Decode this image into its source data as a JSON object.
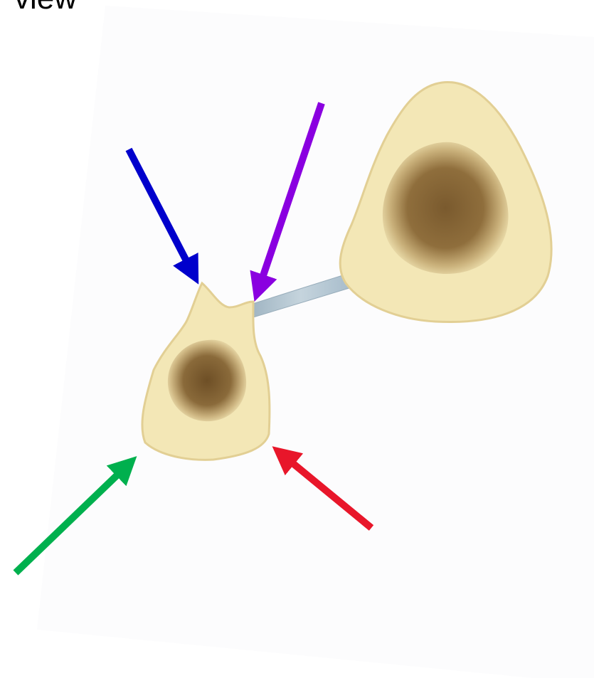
{
  "caption": {
    "text": "view"
  },
  "colors": {
    "background": "#ffffff",
    "card": "#fcfcfd",
    "bone": "#f3e7b6",
    "bone_edge": "#e2cf94",
    "marrow": "#8a6a3a",
    "marrow_light": "#d9c48e",
    "ligament": "#b7c8d4",
    "arrow_blue": "#0000cc",
    "arrow_purple": "#8a00e0",
    "arrow_green": "#00b04e",
    "arrow_red": "#e8162a"
  },
  "arrows": [
    {
      "id": "blue",
      "color": "#0000cc"
    },
    {
      "id": "purple",
      "color": "#8a00e0"
    },
    {
      "id": "green",
      "color": "#00b04e"
    },
    {
      "id": "red",
      "color": "#e8162a"
    }
  ]
}
